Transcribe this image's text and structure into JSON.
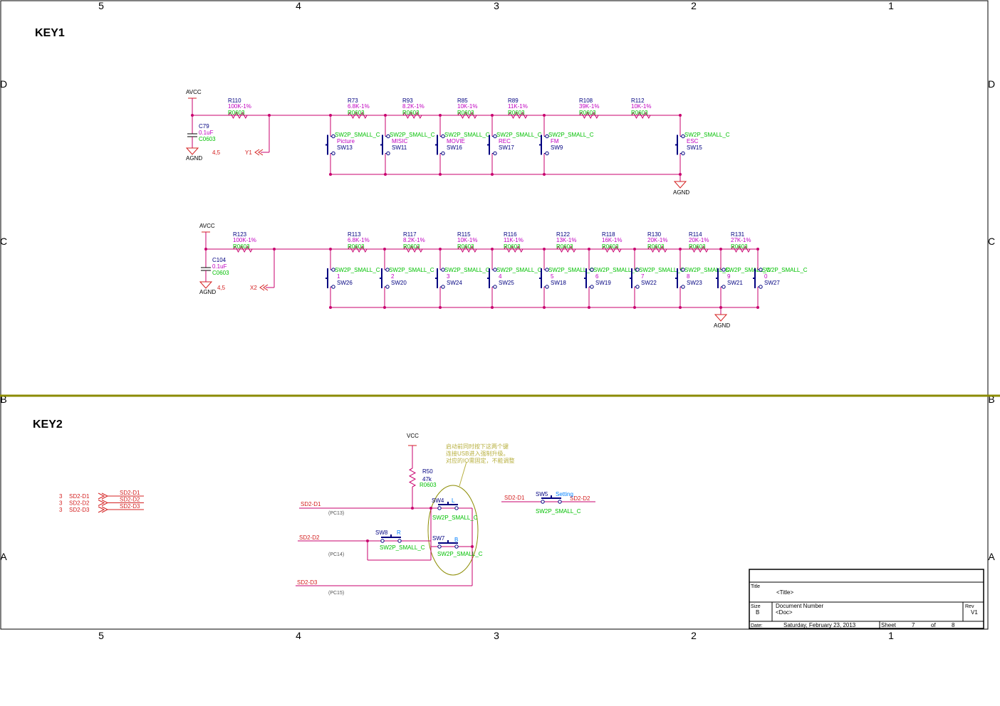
{
  "colors": {
    "wire": "#c8006e",
    "net": "#d42020",
    "ref": "#000080",
    "value": "#c000c0",
    "foot": "#00c000",
    "frame": "#000000",
    "divider": "#8b8b00",
    "note": "#b8b040",
    "setting": "#0080ff"
  },
  "frame": {
    "cols": [
      "5",
      "4",
      "3",
      "2",
      "1"
    ],
    "rows": [
      "D",
      "C",
      "B",
      "A"
    ]
  },
  "titles": {
    "key1": "KEY1",
    "key2": "KEY2"
  },
  "power": {
    "avcc": "AVCC",
    "agnd": "AGND",
    "vcc": "VCC",
    "footprint": "R0603",
    "sw_footprint": "SW2P_SMALL_C"
  },
  "row1": {
    "cap": {
      "ref": "C79",
      "value": "0.1uF",
      "foot": "C0603"
    },
    "rin": {
      "ref": "R110",
      "value": "100K-1%"
    },
    "port": {
      "pin": "4,5",
      "name": "Y1"
    },
    "res": [
      {
        "ref": "R73",
        "value": "6.8K-1%"
      },
      {
        "ref": "R93",
        "value": "8.2K-1%"
      },
      {
        "ref": "R85",
        "value": "10K-1%"
      },
      {
        "ref": "R89",
        "value": "11K-1%"
      },
      {
        "ref": "R108",
        "value": "39K-1%"
      },
      {
        "ref": "R112",
        "value": "10K-1%"
      }
    ],
    "sw": [
      {
        "ref": "SW13",
        "label": "Picture"
      },
      {
        "ref": "SW11",
        "label": "MISIC"
      },
      {
        "ref": "SW16",
        "label": "MOVIE"
      },
      {
        "ref": "SW17",
        "label": "REC"
      },
      {
        "ref": "SW9",
        "label": "FM"
      },
      {
        "ref": "SW15",
        "label": "ESC"
      }
    ]
  },
  "row2": {
    "cap": {
      "ref": "C104",
      "value": "0.1uF",
      "foot": "C0603"
    },
    "rin": {
      "ref": "R123",
      "value": "100K-1%"
    },
    "port": {
      "pin": "4,5",
      "name": "X2"
    },
    "res": [
      {
        "ref": "R113",
        "value": "6.8K-1%"
      },
      {
        "ref": "R117",
        "value": "8.2K-1%"
      },
      {
        "ref": "R115",
        "value": "10K-1%"
      },
      {
        "ref": "R116",
        "value": "11K-1%"
      },
      {
        "ref": "R122",
        "value": "13K-1%"
      },
      {
        "ref": "R118",
        "value": "16K-1%"
      },
      {
        "ref": "R130",
        "value": "20K-1%"
      },
      {
        "ref": "R114",
        "value": "20K-1%"
      },
      {
        "ref": "R131",
        "value": "27K-1%"
      }
    ],
    "sw": [
      {
        "ref": "SW26",
        "label": "1"
      },
      {
        "ref": "SW20",
        "label": "2"
      },
      {
        "ref": "SW24",
        "label": "3"
      },
      {
        "ref": "SW25",
        "label": "4"
      },
      {
        "ref": "SW18",
        "label": "5"
      },
      {
        "ref": "SW19",
        "label": "6"
      },
      {
        "ref": "SW22",
        "label": "7"
      },
      {
        "ref": "SW23",
        "label": "8"
      },
      {
        "ref": "SW21",
        "label": "9"
      },
      {
        "ref": "SW27",
        "label": "0"
      }
    ]
  },
  "key2": {
    "offpage": [
      {
        "pin": "3",
        "name": "SD2-D1"
      },
      {
        "pin": "3",
        "name": "SD2-D2"
      },
      {
        "pin": "3",
        "name": "SD2-D3"
      }
    ],
    "nets": [
      "SD2-D1",
      "SD2-D2",
      "SD2-D3"
    ],
    "pc": [
      "(PC13)",
      "(PC14)",
      "(PC15)"
    ],
    "r50": {
      "ref": "R50",
      "value": "47k",
      "foot": "R0603"
    },
    "note": [
      "启动前同时按下这两个键",
      "连接USB进入强制升级。",
      "对应的IO需固定，不能调整"
    ],
    "sw4": {
      "ref": "SW4",
      "label": "L"
    },
    "sw8": {
      "ref": "SW8",
      "label": "R"
    },
    "sw7": {
      "ref": "SW7",
      "label": "B"
    },
    "sw5": {
      "ref": "SW5",
      "label": "Setting",
      "net_left": "SD2-D1",
      "net_right": "SD2-D2"
    }
  },
  "titleblock": {
    "title_label": "Title",
    "title_value": "<Title>",
    "size_label": "Size",
    "size_value": "B",
    "docnum_label": "Document Number",
    "docnum_value": "<Doc>",
    "rev_label": "Rev",
    "rev_value": "V1",
    "date_label": "Date:",
    "date_value": "Saturday, February 23, 2013",
    "sheet_label": "Sheet",
    "sheet_value": "7",
    "of_label": "of",
    "of_value": "8"
  }
}
